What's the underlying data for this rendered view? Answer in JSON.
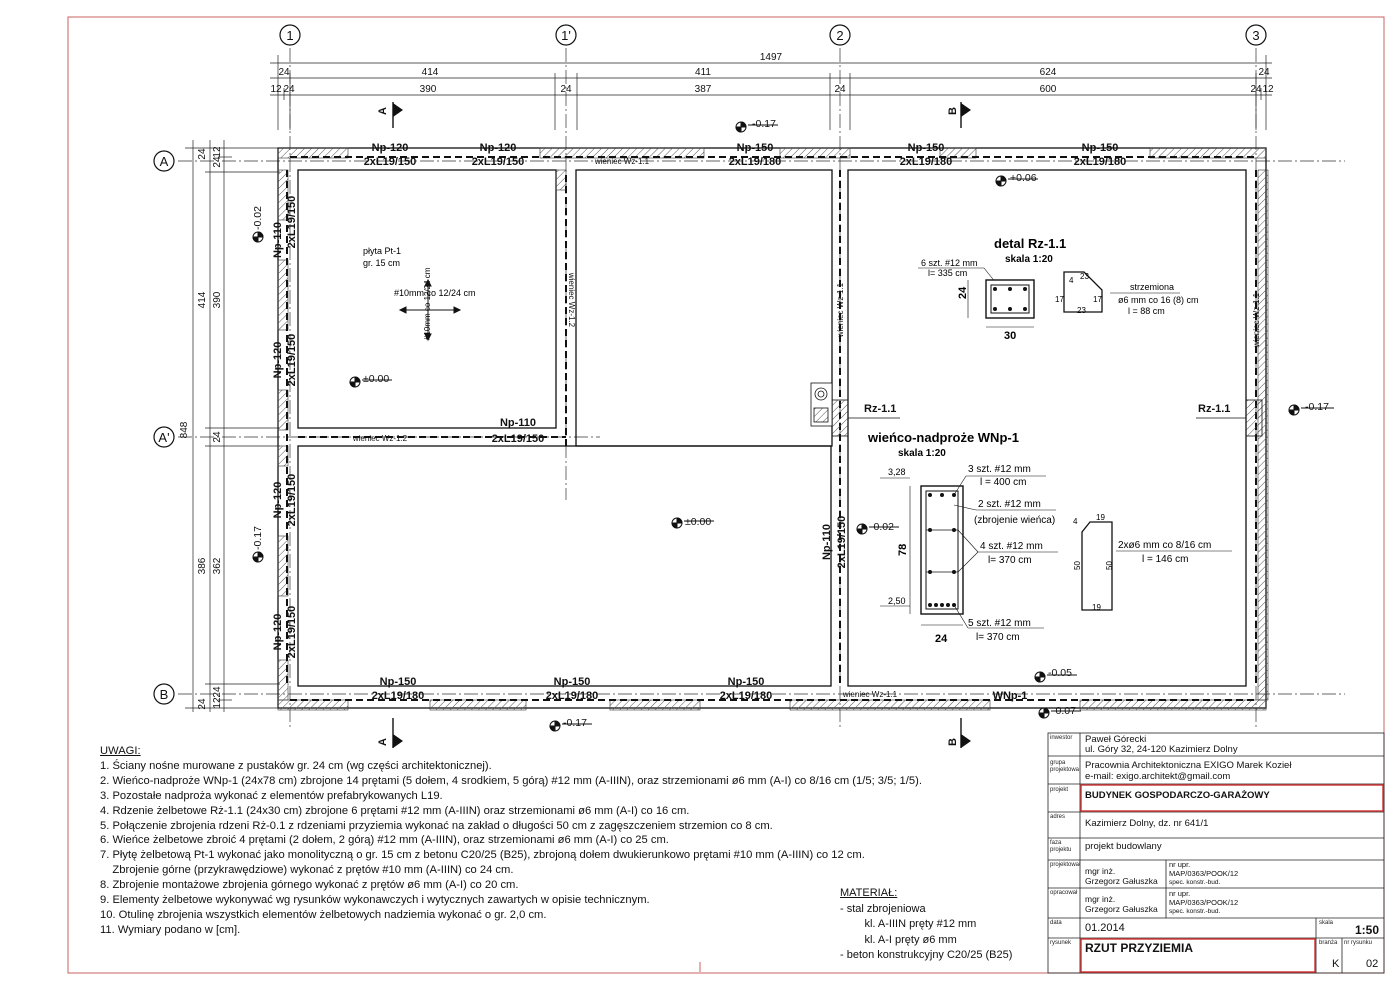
{
  "drawing": {
    "axes": [
      "1",
      "1'",
      "2",
      "3",
      "A",
      "A'",
      "B"
    ],
    "dims_top": {
      "overall": "1497",
      "row1": [
        "24",
        "414",
        "411",
        "624",
        "24"
      ],
      "row2": [
        "12",
        "24",
        "390",
        "24",
        "387",
        "24",
        "600",
        "24",
        "12"
      ]
    },
    "dims_left": {
      "overall": "848",
      "upper": "414",
      "upper_inner": "390",
      "lower": "386",
      "lower_inner": "362",
      "small": [
        "24",
        "24",
        "12",
        "24",
        "12",
        "24",
        "24"
      ]
    },
    "sections": [
      "A",
      "B"
    ],
    "levels": [
      "-0.17",
      "+0.06",
      "-0.02",
      "±0.00",
      "±0.00",
      "-0.17",
      "-0.17",
      "-0.02",
      "-0.05",
      "-0.07",
      "-0.17"
    ],
    "lintels": {
      "np120": "Np-120",
      "np150": "Np-150",
      "np110": "Np-110",
      "l120": "2xL19/150",
      "l150": "2xL19/180",
      "l110": "2xL19/150"
    },
    "wieniec": "wieniec Wz-1.1",
    "wieniec2": "wieniec Wz-1.2",
    "rz": "Rz-1.1",
    "wnp": "WNp-1",
    "slab": {
      "line1": "płyta Pt-1",
      "line2": "gr. 15 cm",
      "rebar": "#10mm co 12/24 cm",
      "rebar_v": "#10mm co 12/24 cm"
    },
    "detail_rz": {
      "title": "detal Rz-1.1",
      "scale": "skala 1:20",
      "bars": "6 szt. #12 mm",
      "bars_len": "l= 335 cm",
      "h": "24",
      "w": "30",
      "stirrup_t": "strzemiona",
      "stirrup1": "ø6 mm co 16 (8) cm",
      "stirrup2": "l = 88 cm",
      "s_dims": [
        "23",
        "17",
        "17",
        "23",
        "4"
      ]
    },
    "detail_wnp": {
      "title": "wieńco-nadproże WNp-1",
      "scale": "skala 1:20",
      "lv1": "3,28",
      "lv2": "2,50",
      "h": "78",
      "w": "24",
      "b1": "3 szt. #12 mm",
      "b1l": "l = 400 cm",
      "b2": "2 szt. #12 mm",
      "b2l": "(zbrojenie wieńca)",
      "b3": "4 szt. #12 mm",
      "b3l": "l= 370 cm",
      "b4": "5 szt. #12 mm",
      "b4l": "l= 370 cm",
      "st1": "2xø6 mm co 8/16 cm",
      "st2": "l = 146 cm",
      "s_dims": [
        "19",
        "4",
        "50",
        "50",
        "19"
      ]
    }
  },
  "notes": {
    "title": "UWAGI:",
    "items": [
      "1. Ściany nośne murowane z pustaków gr. 24 cm (wg części architektonicznej).",
      "2. Wieńco-nadproże WNp-1 (24x78 cm) zbrojone 14 prętami (5 dołem, 4 srodkiem, 5 górą) #12 mm (A-IIIN), oraz strzemionami ø6 mm (A-I) co 8/16 cm (1/5; 3/5; 1/5).",
      "3. Pozostałe nadproża wykonać z elementów prefabrykowanych L19.",
      "4. Rdzenie żelbetowe Rż-1.1 (24x30 cm) zbrojone 6 prętami #12 mm (A-IIIN) oraz strzemionami ø6 mm (A-I) co 16 cm.",
      "5. Połączenie zbrojenia rdzeni Rż-0.1 z rdzeniami przyziemia wykonać na zakład o długości 50 cm z zagęszczeniem strzemion co 8 cm.",
      "6. Wieńce żelbetowe zbroić 4 prętami (2 dołem, 2 górą) #12 mm (A-IIIN), oraz strzemionami ø6 mm (A-I) co 25 cm.",
      "7. Płytę żelbetową Pt-1 wykonać jako monolityczną o gr. 15 cm z betonu C20/25 (B25), zbrojoną dołem dwukierunkowo prętami #10 mm (A-IIIN) co 12 cm.",
      "    Zbrojenie górne (przykrawędziowe) wykonać z prętów #10 mm (A-IIIN) co 24 cm.",
      "8. Zbrojenie montażowe zbrojenia górnego wykonać z prętów ø6 mm (A-I) co 20 cm.",
      "9. Elementy żelbetowe wykonywać wg rysunków wykonawczych i wytycznych zawartych w opisie technicznym.",
      "10. Otulinę zbrojenia wszystkich elementów żelbetowych nadziemia wykonać o gr. 2,0 cm.",
      "11. Wymiary podano w [cm]."
    ]
  },
  "material": {
    "title": "MATERIAŁ:",
    "items": [
      "- stal zbrojeniowa",
      "        kl. A-IIIN pręty #12 mm",
      "        kl. A-I pręty ø6 mm",
      "- beton konstrukcyjny C20/25 (B25)"
    ]
  },
  "title_block": {
    "investor_label": "inwestor",
    "investor": [
      "Paweł Górecki",
      "ul. Góry 32, 24-120 Kazimierz Dolny"
    ],
    "group_label": "grupa projektowa",
    "group": [
      "Pracownia Architektoniczna EXIGO Marek Kozieł",
      "e-mail: exigo.architekt@gmail.com"
    ],
    "project_label": "projekt",
    "project": "BUDYNEK GOSPODARCZO-GARAŻOWY",
    "address_label": "adres",
    "address": "Kazimierz Dolny, dz. nr 641/1",
    "phase_label": "faza projektu",
    "phase": "projekt budowlany",
    "designer_label": "projektował",
    "designer": [
      "mgr inż.",
      "Grzegorz Gałuszka"
    ],
    "designer_perm": [
      "nr upr.",
      "MAP/0363/POOK/12",
      "spec. konstr.-bud."
    ],
    "drafter_label": "opracował",
    "drafter": [
      "mgr inż.",
      "Grzegorz Gałuszka"
    ],
    "drafter_perm": [
      "nr upr.",
      "MAP/0363/POOK/12",
      "spec. konstr.-bud."
    ],
    "date_label": "data",
    "date": "01.2014",
    "scale_label": "skala",
    "scale": "1:50",
    "drawing_label": "rysunek",
    "drawing": "RZUT PRZYZIEMIA",
    "branch_label": "branża",
    "branch": "K",
    "number_label": "nr rysunku",
    "number": "02"
  }
}
